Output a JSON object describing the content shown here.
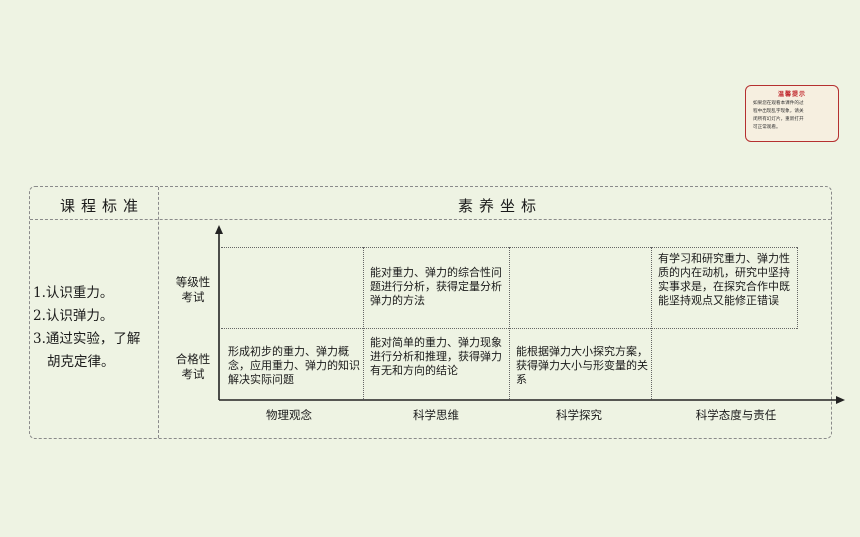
{
  "notice": {
    "title": "温馨提示",
    "lines": [
      "如果您在观看本课件的过",
      "程中出现乱字现象，请关",
      "闭所有幻灯片，重新打开",
      "可正常观看。"
    ]
  },
  "table": {
    "header_left": "课程标准",
    "header_right": "素养坐标",
    "standards": [
      "1.认识重力。",
      "2.认识弹力。",
      "3.通过实验，了解",
      "胡克定律。"
    ],
    "levels": {
      "upper": [
        "等级性",
        "考试"
      ],
      "lower": [
        "合格性",
        "考试"
      ]
    },
    "categories": [
      "物理观念",
      "科学思维",
      "科学探究",
      "科学态度与责任"
    ],
    "cells": {
      "upper": [
        "",
        "能对重力、弹力的综合性问题进行分析，获得定量分析弹力的方法",
        "",
        "有学习和研究重力、弹力性质的内在动机，研究中坚持实事求是，在探究合作中既能坚持观点又能修正错误"
      ],
      "lower": [
        "形成初步的重力、弹力概念，应用重力、弹力的知识解决实际问题",
        "能对简单的重力、弹力现象进行分析和推理，获得弹力有无和方向的结论",
        "能根据弹力大小探究方案，获得弹力大小与形变量的关系",
        ""
      ]
    }
  }
}
